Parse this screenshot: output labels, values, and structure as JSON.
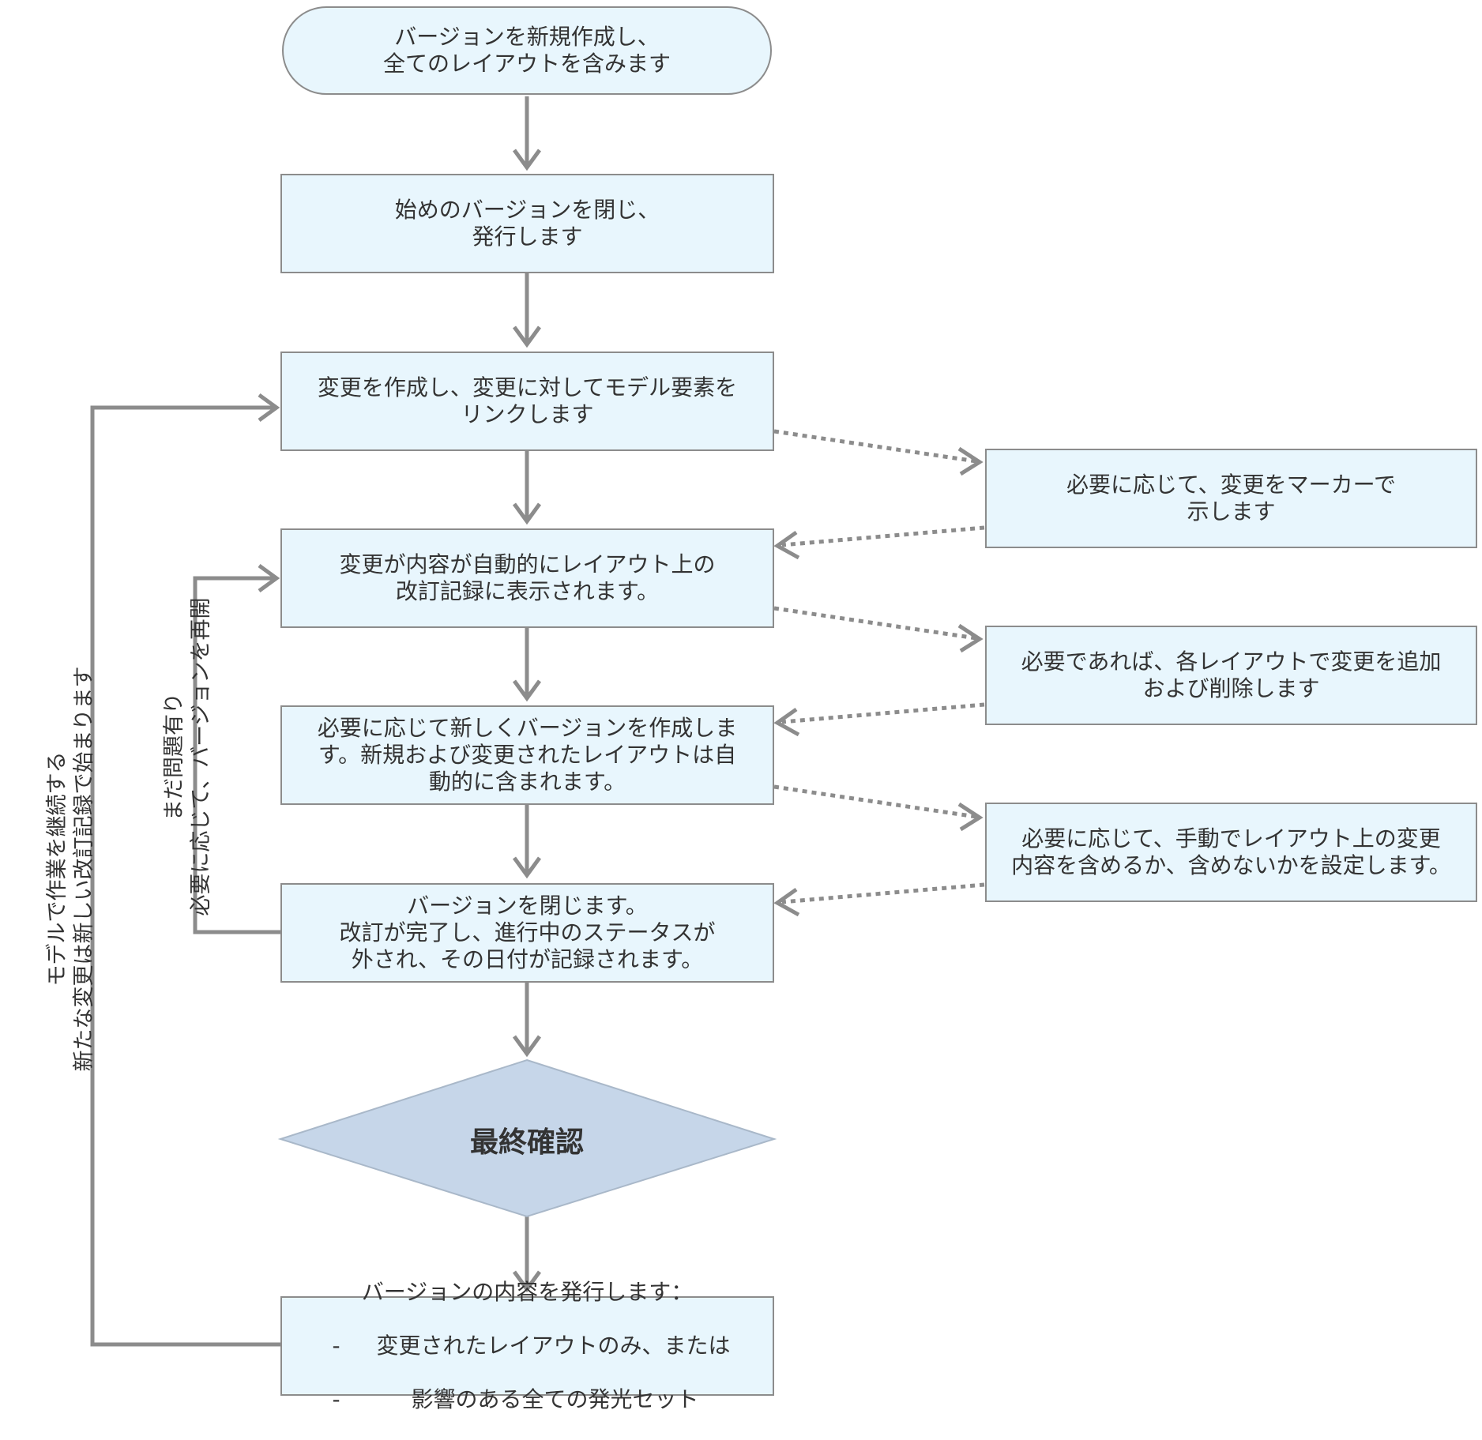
{
  "colors": {
    "box_fill": "#e8f6fd",
    "box_border": "#8c8c8c",
    "diamond_fill": "#c6d6e9",
    "arrow": "#8c8c8c",
    "text": "#333333"
  },
  "nodes": {
    "start": "バージョンを新規作成し、\n全てのレイアウトを含みます",
    "close_initial": "始めのバージョンを閉じ、\n発行します",
    "create_change": "変更を作成し、変更に対してモデル要素を\nリンクします",
    "auto_record": "変更が内容が自動的にレイアウト上の\n改訂記録に表示されます。",
    "new_version": "必要に応じて新しくバージョンを作成しま\nす。新規および変更されたレイアウトは自\n動的に含まれます。",
    "close_version": "バージョンを閉じます。\n改訂が完了し、進行中のステータスが\n外され、その日付が記録されます。",
    "decision": "最終確認",
    "publish_title": "バージョンの内容を発行します：",
    "publish_items": [
      "変更されたレイアウトのみ、または",
      "影響のある全ての発光セット"
    ],
    "publish_bullet": "-",
    "side_marker": "必要に応じて、変更をマーカーで\n示します",
    "side_add_remove": "必要であれば、各レイアウトで変更を追加\nおよび削除します",
    "side_manual": "必要に応じて、手動でレイアウト上の変更\n内容を含めるか、含めないかを設定します。"
  },
  "loops": {
    "outer": "モデルで作業を継続する\n新たな変更は新しい改訂記録で始まります",
    "inner": "まだ問題有り\n必要に応じて、バージョンを再開"
  }
}
